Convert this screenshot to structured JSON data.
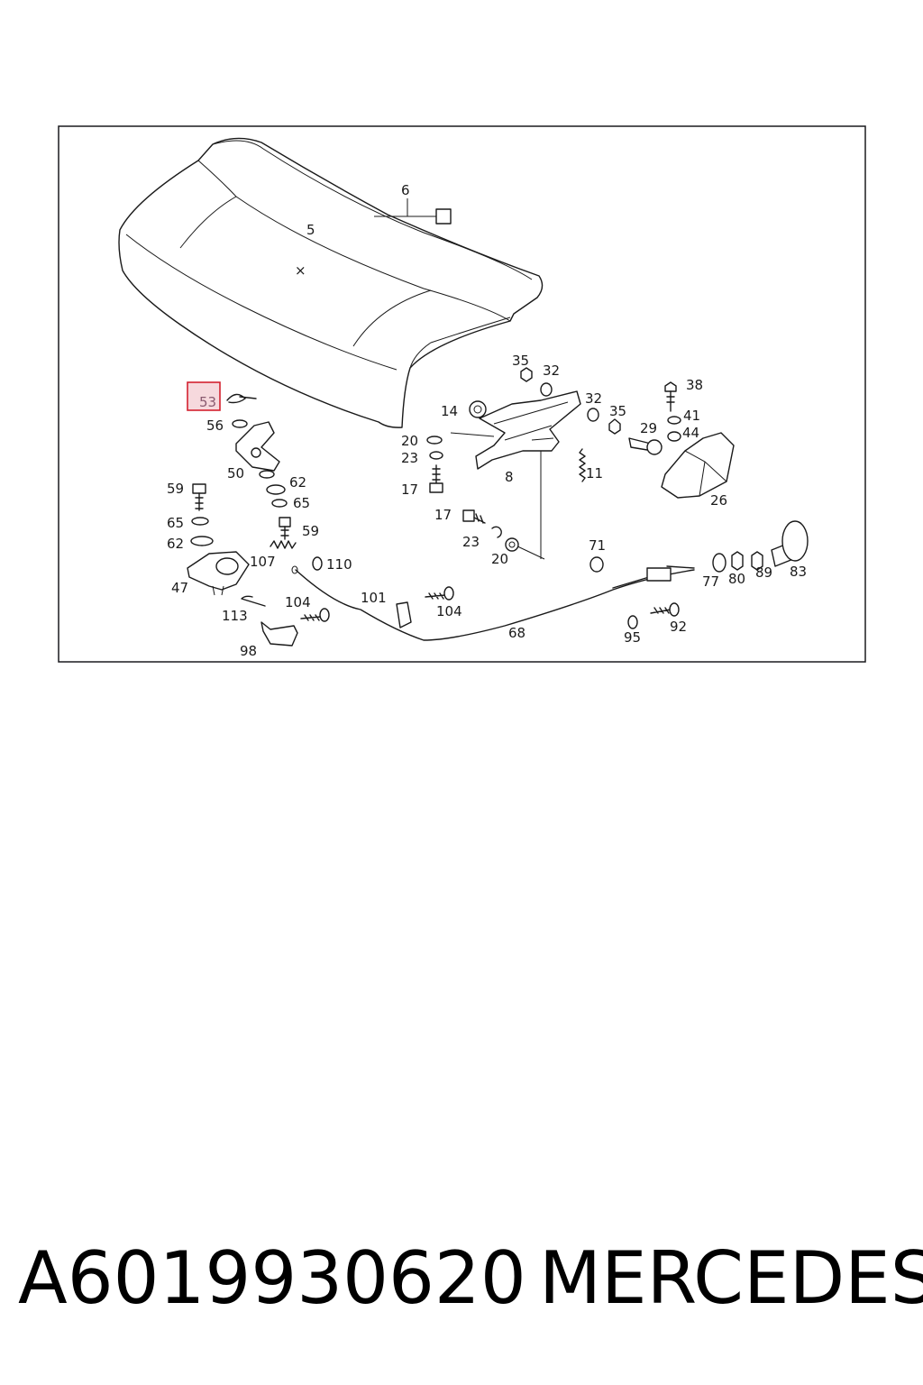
{
  "diagram": {
    "callouts": {
      "c5": "5",
      "c6": "6",
      "c8": "8",
      "c11": "11",
      "c14": "14",
      "c17a": "17",
      "c17b": "17",
      "c20a": "20",
      "c20b": "20",
      "c23a": "23",
      "c23b": "23",
      "c26": "26",
      "c29": "29",
      "c32a": "32",
      "c32b": "32",
      "c35a": "35",
      "c35b": "35",
      "c38": "38",
      "c41": "41",
      "c44": "44",
      "c47": "47",
      "c50": "50",
      "c53": "53",
      "c56": "56",
      "c59a": "59",
      "c59b": "59",
      "c62a": "62",
      "c62b": "62",
      "c65a": "65",
      "c65b": "65",
      "c68": "68",
      "c71": "71",
      "c77": "77",
      "c80": "80",
      "c83": "83",
      "c89": "89",
      "c92": "92",
      "c95": "95",
      "c98": "98",
      "c101": "101",
      "c104a": "104",
      "c104b": "104",
      "c107": "107",
      "c110": "110",
      "c113": "113"
    },
    "highlighted_callout": "53",
    "highlight_color": "#d3212f"
  },
  "footer": {
    "part_number": "A6019930620",
    "brand": "MERCEDES"
  }
}
